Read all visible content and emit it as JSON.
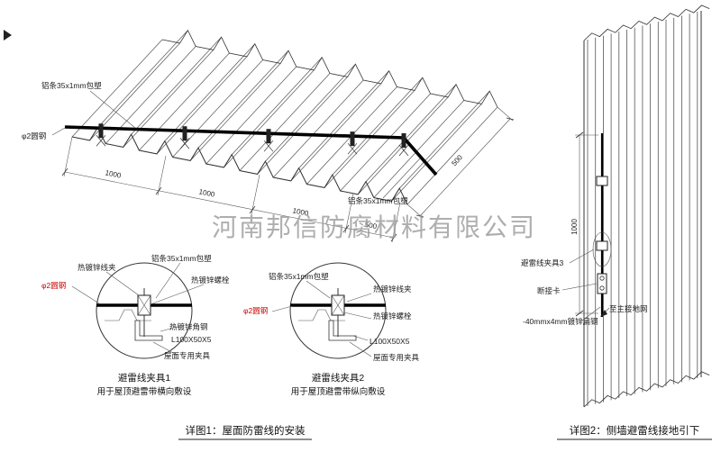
{
  "watermark": {
    "text": "河南邦信防腐材料有限公司"
  },
  "colors": {
    "ink": "#333333",
    "red": "#cc0000",
    "watermark_gray": "#9b9b9b"
  },
  "roof": {
    "label_strip_top": "铝条35x1mm包塑",
    "label_rod": "φ2圆钢",
    "label_strip_bottom": "铝条35x1mm包塑",
    "dims": [
      "1000",
      "1000",
      "1000",
      "500"
    ],
    "dim_depth": "500"
  },
  "detail1": {
    "labels": {
      "clamp": "热镀锌线夹",
      "strip": "铝条35x1mm包塑",
      "bolt": "热镀锌螺栓",
      "rod": "φ2圆钢",
      "angle": "热镀锌角钢",
      "angle_size": "L100X50X5",
      "fixture": "屋面专用夹具"
    },
    "title": "避雷线夹具1",
    "subtitle": "用于屋顶避雷带横向敷设"
  },
  "detail2": {
    "labels": {
      "strip": "铝条35x1mm包塑",
      "clamp": "热镀锌线夹",
      "bolt": "热镀锌螺栓",
      "rod": "φ2圆钢",
      "angle_size": "L100X50X5",
      "fixture": "屋面专用夹具"
    },
    "title": "避雷线夹具2",
    "subtitle": "用于屋顶避雷带纵向敷设"
  },
  "wall": {
    "dim": "1000",
    "labels": {
      "clamp3": "避雷线夹具3",
      "disconnect": "断接卡",
      "to_ground": "至主接地网",
      "flat_steel": "-40mmx4mm镀锌扁钢"
    }
  },
  "captions": {
    "detail1": "详图1：屋面防雷线的安装",
    "detail2": "详图2：侧墙避雷线接地引下"
  }
}
